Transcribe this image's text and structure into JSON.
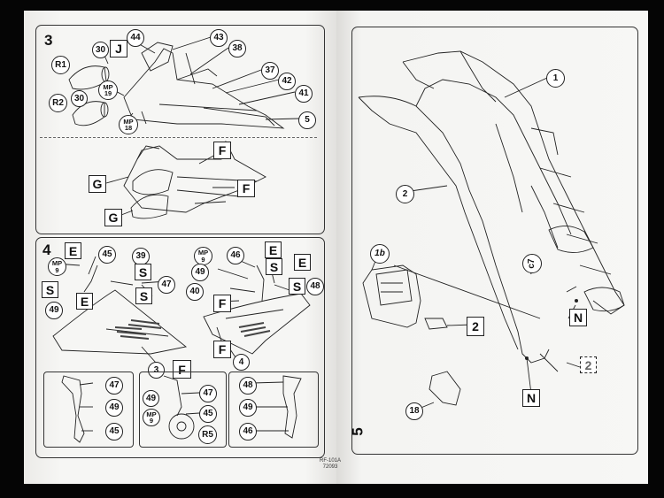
{
  "steps": {
    "s3": "3",
    "s4": "4",
    "s5": "5"
  },
  "step3": {
    "c30a": "30",
    "j": "J",
    "c44": "44",
    "c43": "43",
    "c38": "38",
    "r1": "R1",
    "mp19a": "MP",
    "mp19b": "19",
    "c30b": "30",
    "r2": "R2",
    "mp18a": "MP",
    "mp18b": "18",
    "c37": "37",
    "c42": "42",
    "c41": "41",
    "c5": "5",
    "f1": "F",
    "g1": "G",
    "f2": "F",
    "g2": "G"
  },
  "step4": {
    "e1": "E",
    "c45a": "45",
    "c39": "39",
    "mp9a": "MP",
    "mp9b": "9",
    "s1": "S",
    "s2": "S",
    "c49a": "49",
    "e2": "E",
    "s3": "S",
    "c47a": "47",
    "c3": "3",
    "f1": "F",
    "mp9c": "MP",
    "mp9d": "9",
    "c46a": "46",
    "e3": "E",
    "c49b": "49",
    "s4": "S",
    "e4": "E",
    "c40": "40",
    "s5": "S",
    "c48a": "48",
    "f2": "F",
    "f3": "F",
    "c4": "4",
    "b1_47": "47",
    "b1_49": "49",
    "b1_45": "45",
    "b2_49": "49",
    "b2_47": "47",
    "b2_mpa": "MP",
    "b2_mpb": "9",
    "b2_45": "45",
    "b2_r5": "R5",
    "b3_48": "48",
    "b3_49": "49",
    "b3_46": "46"
  },
  "step5": {
    "c1": "1",
    "c2": "2",
    "c1b": "1b",
    "sq2": "2",
    "c7": "c7",
    "n1": "N",
    "n2": "N",
    "sq2b": "2",
    "c18": "18"
  },
  "footer": {
    "model": "RF-101A",
    "code": "72093"
  }
}
